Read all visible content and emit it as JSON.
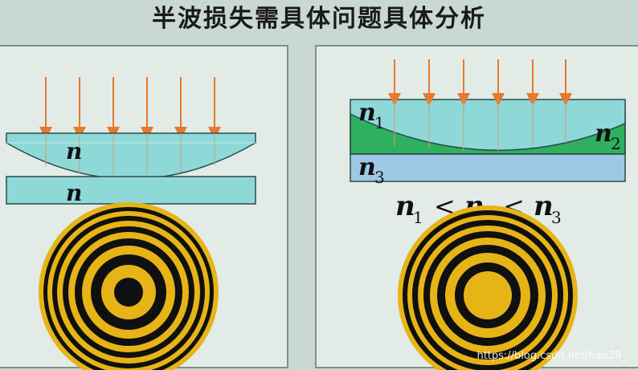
{
  "title": "半波损失需具体问题具体分析",
  "left_panel": {
    "lens_label": "n",
    "plate_label": "n"
  },
  "right_panel": {
    "n1_base": "n",
    "n1_sub": "1",
    "n2_base": "n",
    "n2_sub": "2",
    "n3_base": "n",
    "n3_sub": "3",
    "relation": {
      "a_base": "n",
      "a_sub": "1",
      "op1": "<",
      "b_base": "n",
      "b_sub": "2",
      "op2": "<",
      "c_base": "n",
      "c_sub": "3"
    }
  },
  "watermark": "https://blog.csdn.net/han29_",
  "colors": {
    "ray": "#e8782a",
    "glass": "#8fd8d8",
    "liquid": "#2eb060",
    "plate_right": "#9fc8e4",
    "ring_gold": "#e6b417",
    "ring_dark": "#101010"
  }
}
